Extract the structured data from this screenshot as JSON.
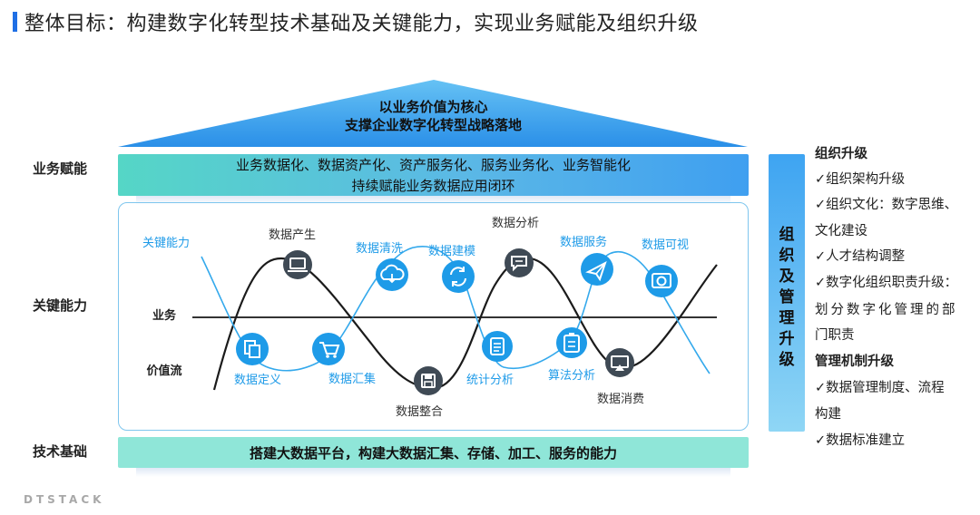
{
  "title": "整体目标：构建数字化转型技术基础及关键能力，实现业务赋能及组织升级",
  "roof": {
    "line1": "以业务价值为核心",
    "line2": "支撑企业数字化转型战略落地"
  },
  "rows": {
    "business_enablement": "业务赋能",
    "key_capability": "关键能力",
    "tech_foundation": "技术基础"
  },
  "band_top": {
    "line1": "业务数据化、数据资产化、资产服务化、服务业务化、业务智能化",
    "line2": "持续赋能业务数据应用闭环"
  },
  "band_bottom": "搭建大数据平台，构建大数据汇集、存储、加工、服务的能力",
  "diagram": {
    "key_ability_label": "关键能力",
    "axis_business": "业务",
    "axis_value_stream": "价值流",
    "nodes": {
      "data_production": "数据产生",
      "data_definition": "数据定义",
      "data_collection": "数据汇集",
      "data_integration": "数据整合",
      "data_cleaning": "数据清洗",
      "data_modeling": "数据建模",
      "statistical_analysis": "统计分析",
      "data_analysis": "数据分析",
      "algorithm_analysis": "算法分析",
      "data_service": "数据服务",
      "data_consumption": "数据消费",
      "data_visualization": "数据可视"
    }
  },
  "side_panel": [
    "组",
    "织",
    "及",
    "管",
    "理",
    "升",
    "级"
  ],
  "right": {
    "head1": "组织升级",
    "l1": "✓组织架构升级",
    "l2": "✓组织文化：数字思维、",
    "l3": "文化建设",
    "l4": "✓人才结构调整",
    "l5": "✓数字化组织职责升级：",
    "l6": "划分数字化管理的部",
    "l7": "门职责",
    "head2": "管理机制升级",
    "l8": "✓数据管理制度、流程",
    "l9": "构建",
    "l10": "✓数据标准建立"
  },
  "watermark": "DTSTACK",
  "colors": {
    "accent_blue": "#1f9be8",
    "dark_node": "#3f4a55",
    "band_teal": "#8fe6d8",
    "title_bar": "#1f6fe5"
  }
}
